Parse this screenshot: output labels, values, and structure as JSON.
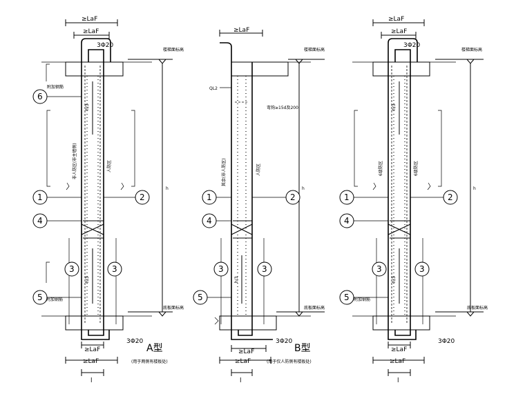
{
  "labels": {
    "laf": "≥LaF",
    "rebar": "3Φ20",
    "top_level": "楼梯面标高",
    "bottom_level": "底板面标高",
    "h": "h",
    "l": "l",
    "h3": "h/3",
    "dim_marker": "≥"
  },
  "panel_a": {
    "type_label": "A型",
    "caption": "(用于两侧有楼板处)",
    "extra_rib": "附加钢筋",
    "zone_left": "非人防区(非主墙侧)",
    "zone_right": "人防区",
    "extra_bar": "附加钢筋"
  },
  "panel_b": {
    "type_label": "B型",
    "caption": "(用于仅人防侧有楼板处)",
    "col_tag": "QL2",
    "hook_note": "弯钩≥15d及200",
    "zone_left": "其余(非人防区)",
    "zone_right": "人防区"
  },
  "panel_c": {
    "zone_left": "6级防区",
    "zone_right": "6级防区",
    "extra_bar": "附加钢筋"
  },
  "callouts": [
    "1",
    "2",
    "3",
    "4",
    "5",
    "6"
  ]
}
